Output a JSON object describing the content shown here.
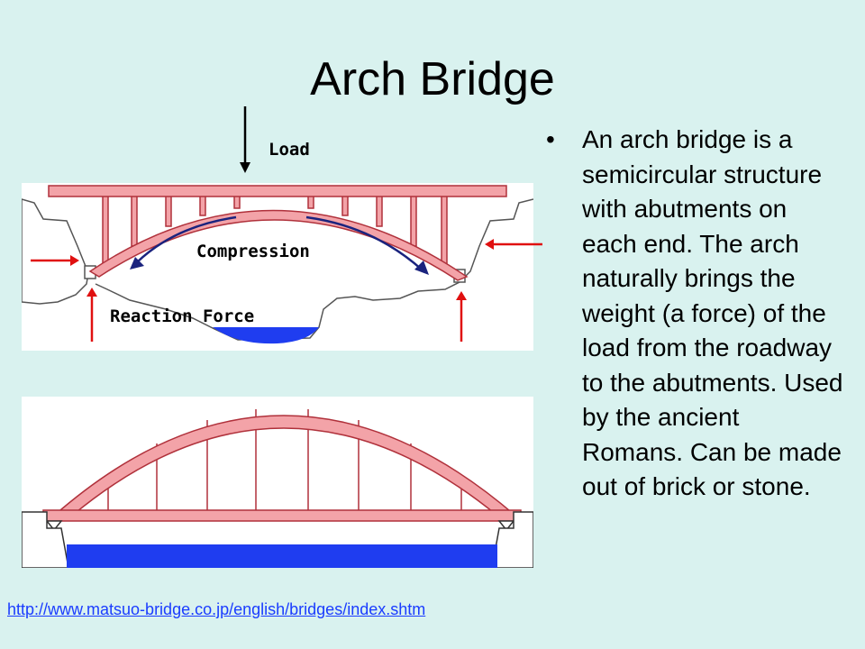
{
  "slide": {
    "title": "Arch Bridge",
    "bullet_text": "An arch bridge is a semicircular structure with abutments on each end. The arch naturally brings the weight (a force) of the load from the roadway to the abutments. Used by the ancient Romans.  Can be made out of brick or stone.",
    "source_link": "http://www.matsuo-bridge.co.jp/english/bridges/index.shtm"
  },
  "diagram": {
    "labels": {
      "load": "Load",
      "compression": "Compression",
      "reaction_force": "Reaction Force"
    }
  },
  "colors": {
    "background": "#d9f2ef",
    "arch_fill": "#f3a3a8",
    "arch_stroke": "#b0313b",
    "water": "#1f3df0",
    "load_arrow": "#000000",
    "compression_arrow": "#1a237e",
    "reaction_arrow": "#e01010",
    "link": "#1a3cff"
  }
}
